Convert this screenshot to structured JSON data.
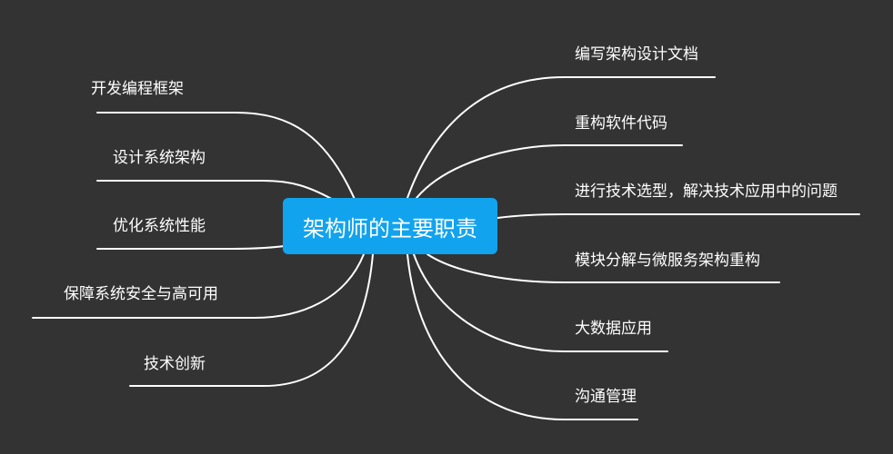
{
  "colors": {
    "background": "#333333",
    "root_fill": "#11a3ee",
    "line": "#ffffff",
    "text": "#ffffff"
  },
  "root": {
    "label": "架构师的主要职责"
  },
  "left_branches": [
    {
      "label": "开发编程框架"
    },
    {
      "label": "设计系统架构"
    },
    {
      "label": "优化系统性能"
    },
    {
      "label": "保障系统安全与高可用"
    },
    {
      "label": "技术创新"
    }
  ],
  "right_branches": [
    {
      "label": "编写架构设计文档"
    },
    {
      "label": "重构软件代码"
    },
    {
      "label": "进行技术选型，解决技术应用中的问题"
    },
    {
      "label": "模块分解与微服务架构重构"
    },
    {
      "label": "大数据应用"
    },
    {
      "label": "沟通管理"
    }
  ]
}
